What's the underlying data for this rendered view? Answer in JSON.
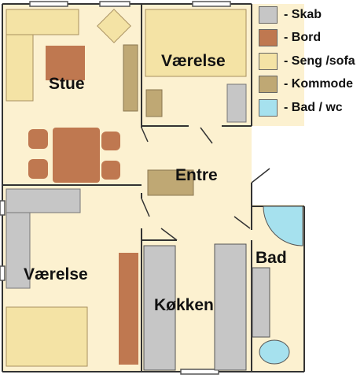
{
  "rooms": {
    "stue": "Stue",
    "vaerelse_top": "Værelse",
    "entre": "Entre",
    "vaerelse_bottom": "Værelse",
    "kokken": "Køkken",
    "bad": "Bad"
  },
  "legend": [
    {
      "label": "- Skab",
      "color": "#c6c6c6"
    },
    {
      "label": "- Bord",
      "color": "#bf7850"
    },
    {
      "label": "- Seng /sofa",
      "color": "#f4e3a5"
    },
    {
      "label": "- Kommode",
      "color": "#bfa874"
    },
    {
      "label": "- Bad / wc",
      "color": "#a6e1ee"
    }
  ],
  "colors": {
    "floor": "#fcf1d0",
    "wall": "#333333",
    "window": "#ffffff",
    "skab": "#c6c6c6",
    "bord": "#bf7850",
    "seng": "#f4e3a5",
    "kommode": "#bfa874",
    "bad": "#a6e1ee"
  }
}
